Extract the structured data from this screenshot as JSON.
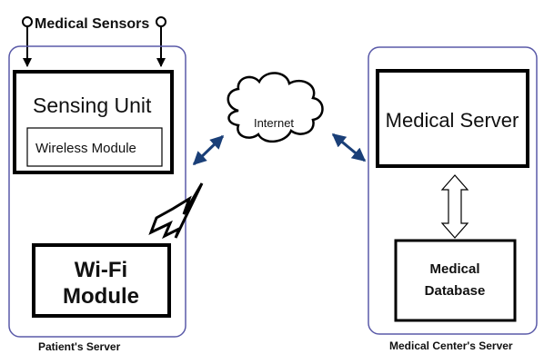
{
  "sensors": {
    "label": "Medical Sensors"
  },
  "patient_server": {
    "caption": "Patient's Server",
    "sensing_unit": {
      "label": "Sensing Unit",
      "wireless_module": "Wireless Module"
    },
    "wifi_module": {
      "line1": "Wi-Fi",
      "line2": "Module"
    }
  },
  "network": {
    "cloud_label": "Internet"
  },
  "medical_center": {
    "caption": "Medical Center's Server",
    "server": {
      "label": "Medical Server"
    },
    "database": {
      "line1": "Medical",
      "line2": "Database"
    }
  },
  "colors": {
    "container_border": "#5a5aa8",
    "link_arrow": "#1a3f78",
    "box_border": "#000000"
  },
  "icons": [
    "sensor-probe-icon",
    "lightning-bolt-icon",
    "cloud-icon",
    "double-headed-arrow-icon"
  ]
}
